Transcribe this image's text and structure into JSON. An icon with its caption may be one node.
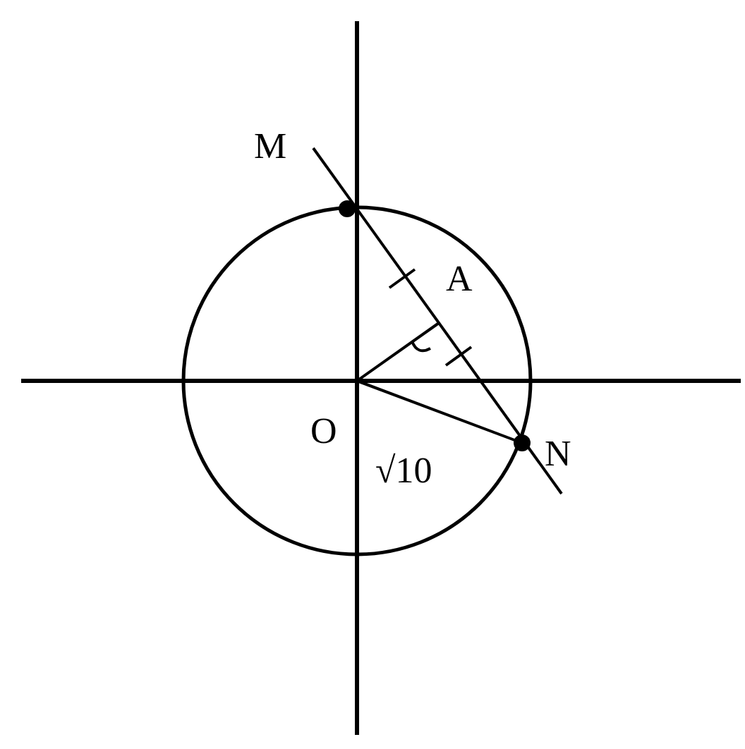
{
  "diagram": {
    "labels": [
      "M",
      "A",
      "O",
      "N",
      "√10"
    ]
  }
}
